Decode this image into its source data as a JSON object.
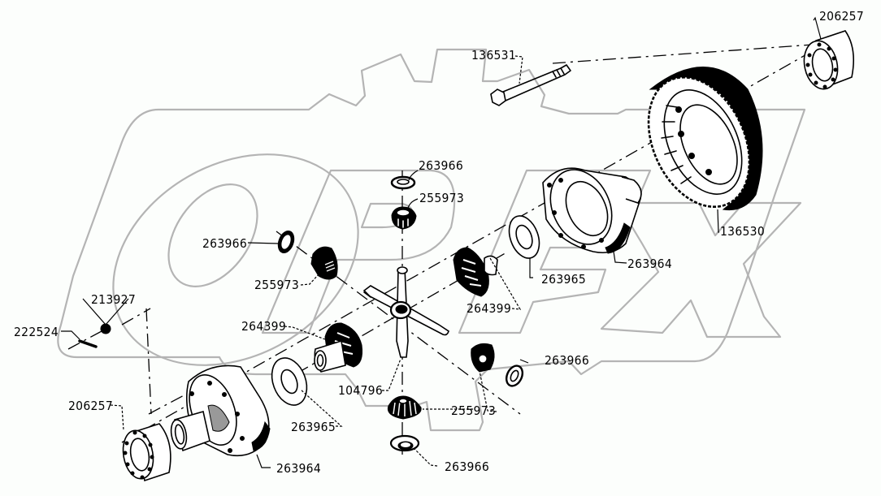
{
  "diagram": {
    "title": "Differential assembly exploded view",
    "watermark": "OPEX",
    "colors": {
      "background": "#fcfefc",
      "ink": "#000000",
      "watermark": "#b4b4b4"
    },
    "parts": [
      {
        "id": "p-136531",
        "number": "136531",
        "name": "bolt"
      },
      {
        "id": "p-206257-top",
        "number": "206257",
        "name": "roller bearing (right)"
      },
      {
        "id": "p-136530",
        "number": "136530",
        "name": "ring gear"
      },
      {
        "id": "p-263964-right",
        "number": "263964",
        "name": "differential case half (right)"
      },
      {
        "id": "p-263966-top",
        "number": "263966",
        "name": "thrust washer (top)"
      },
      {
        "id": "p-255973-top",
        "number": "255973",
        "name": "pinion gear (top)"
      },
      {
        "id": "p-263966-left",
        "number": "263966",
        "name": "thrust washer (left)"
      },
      {
        "id": "p-255973-left",
        "number": "255973",
        "name": "pinion gear (left)"
      },
      {
        "id": "p-263965-right",
        "number": "263965",
        "name": "side gear thrust washer (right)"
      },
      {
        "id": "p-264399-right",
        "number": "264399",
        "name": "side gear (right)"
      },
      {
        "id": "p-213927",
        "number": "213927",
        "name": "nut"
      },
      {
        "id": "p-222524",
        "number": "222524",
        "name": "pin"
      },
      {
        "id": "p-264399-left",
        "number": "264399",
        "name": "side gear (left)"
      },
      {
        "id": "p-104796",
        "number": "104796",
        "name": "pinion cross shaft"
      },
      {
        "id": "p-263966-right",
        "number": "263966",
        "name": "thrust washer (right)"
      },
      {
        "id": "p-255973-bottom",
        "number": "255973",
        "name": "pinion gear (bottom)"
      },
      {
        "id": "p-263965-left",
        "number": "263965",
        "name": "side gear thrust washer (left)"
      },
      {
        "id": "p-206257-bottom",
        "number": "206257",
        "name": "roller bearing (left)"
      },
      {
        "id": "p-263964-left",
        "number": "263964",
        "name": "differential case half (left)"
      },
      {
        "id": "p-263966-bottom",
        "number": "263966",
        "name": "thrust washer (bottom)"
      }
    ]
  }
}
